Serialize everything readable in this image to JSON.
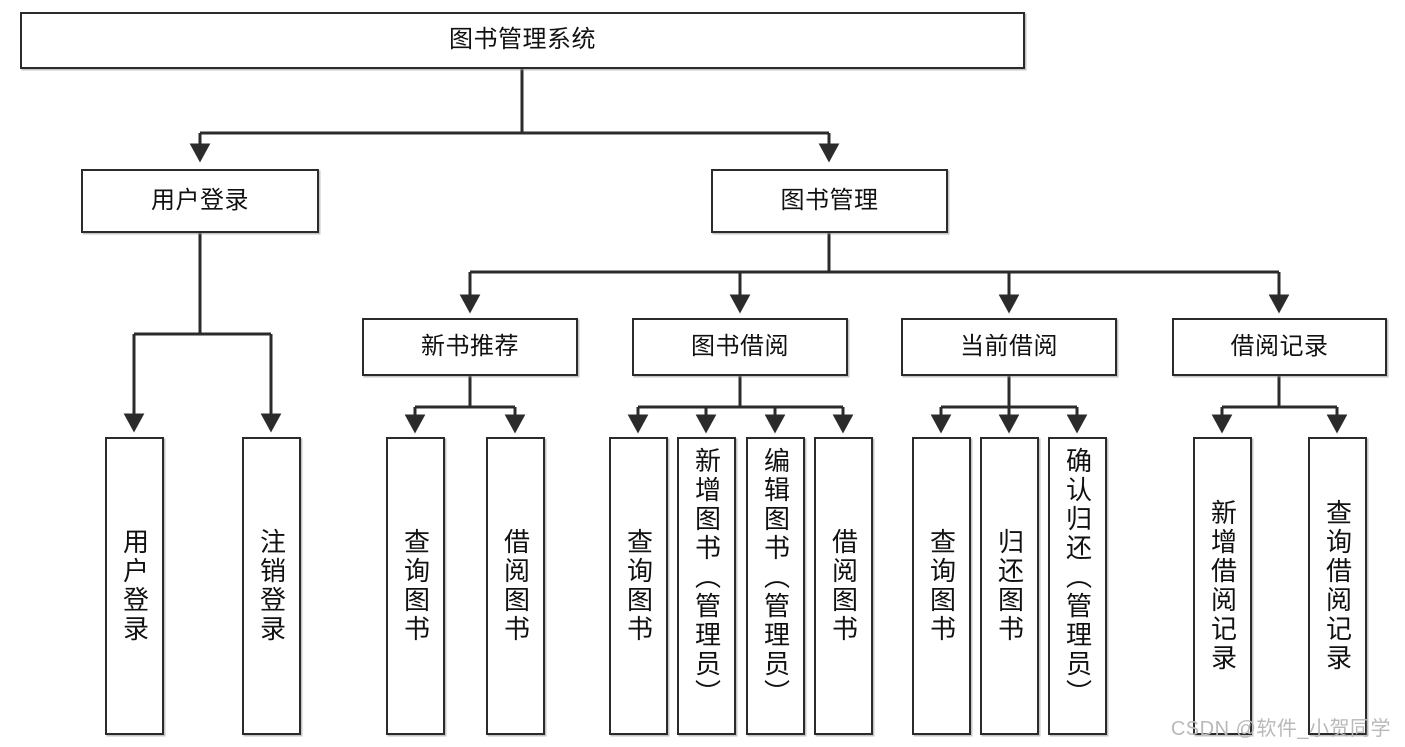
{
  "diagram": {
    "title": "图书管理系统",
    "type": "hierarchy-tree",
    "watermark": "CSDN @软件_小贺同学",
    "colors": {
      "stroke": "#2b2b2b",
      "fill": "#ffffff",
      "text": "#111111",
      "watermark": "#b9b9b9"
    },
    "root": {
      "label": "图书管理系统"
    },
    "level1": [
      {
        "label": "用户登录"
      },
      {
        "label": "图书管理"
      }
    ],
    "level2": [
      {
        "label": "新书推荐"
      },
      {
        "label": "图书借阅"
      },
      {
        "label": "当前借阅"
      },
      {
        "label": "借阅记录"
      }
    ],
    "leaves": {
      "user_login": [
        {
          "label": "用户登录"
        },
        {
          "label": "注销登录"
        }
      ],
      "new_book_recommend": [
        {
          "label": "查询图书"
        },
        {
          "label": "借阅图书"
        }
      ],
      "book_borrow": [
        {
          "label": "查询图书"
        },
        {
          "label": "新增图书（管理员）"
        },
        {
          "label": "编辑图书（管理员）"
        },
        {
          "label": "借阅图书"
        }
      ],
      "current_borrow": [
        {
          "label": "查询图书"
        },
        {
          "label": "归还图书"
        },
        {
          "label": "确认归还（管理员）"
        }
      ],
      "borrow_record": [
        {
          "label": "新增借阅记录"
        },
        {
          "label": "查询借阅记录"
        }
      ]
    }
  }
}
